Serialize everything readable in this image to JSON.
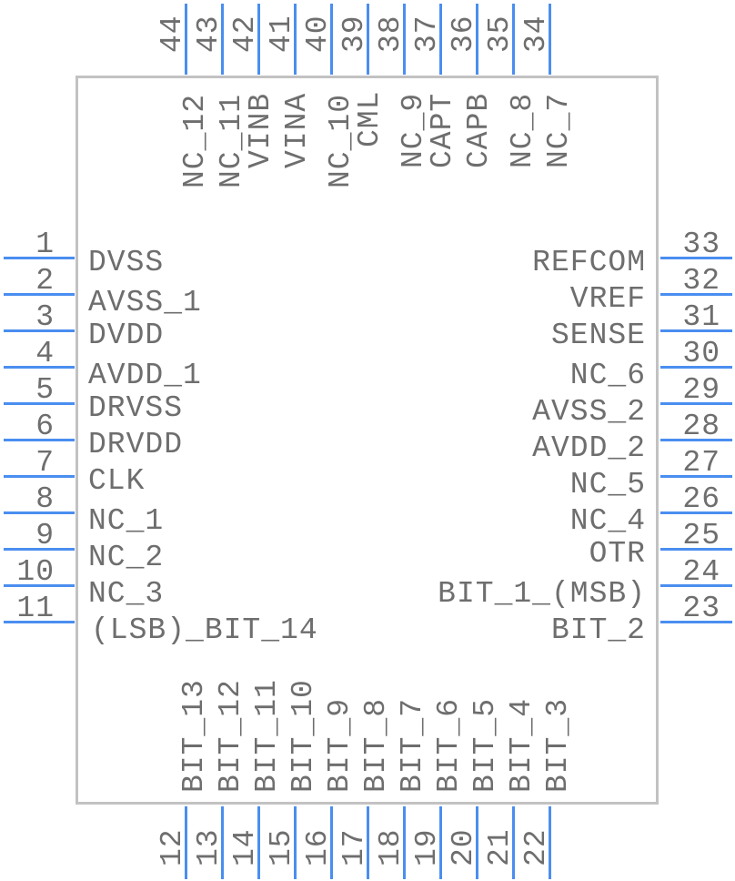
{
  "component": {
    "package": "44-pin",
    "colors": {
      "pin_line": "#4a8ef0",
      "body_outline": "#c2c2c2",
      "text": "#6e6e6e",
      "background": "#ffffff"
    }
  },
  "pins": {
    "left": [
      {
        "number": "1",
        "name": "DVSS"
      },
      {
        "number": "2",
        "name": "AVSS_1"
      },
      {
        "number": "3",
        "name": "DVDD"
      },
      {
        "number": "4",
        "name": "AVDD_1"
      },
      {
        "number": "5",
        "name": "DRVSS"
      },
      {
        "number": "6",
        "name": "DRVDD"
      },
      {
        "number": "7",
        "name": "CLK"
      },
      {
        "number": "8",
        "name": "NC_1"
      },
      {
        "number": "9",
        "name": "NC_2"
      },
      {
        "number": "10",
        "name": "NC_3"
      },
      {
        "number": "11",
        "name": "(LSB)_BIT_14"
      }
    ],
    "bottom": [
      {
        "number": "12",
        "name": "BIT_13"
      },
      {
        "number": "13",
        "name": "BIT_12"
      },
      {
        "number": "14",
        "name": "BIT_11"
      },
      {
        "number": "15",
        "name": "BIT_10"
      },
      {
        "number": "16",
        "name": "BIT_9"
      },
      {
        "number": "17",
        "name": "BIT_8"
      },
      {
        "number": "18",
        "name": "BIT_7"
      },
      {
        "number": "19",
        "name": "BIT_6"
      },
      {
        "number": "20",
        "name": "BIT_5"
      },
      {
        "number": "21",
        "name": "BIT_4"
      },
      {
        "number": "22",
        "name": "BIT_3"
      }
    ],
    "right": [
      {
        "number": "33",
        "name": "REFCOM"
      },
      {
        "number": "32",
        "name": "VREF"
      },
      {
        "number": "31",
        "name": "SENSE"
      },
      {
        "number": "30",
        "name": "NC_6"
      },
      {
        "number": "29",
        "name": "AVSS_2"
      },
      {
        "number": "28",
        "name": "AVDD_2"
      },
      {
        "number": "27",
        "name": "NC_5"
      },
      {
        "number": "26",
        "name": "NC_4"
      },
      {
        "number": "25",
        "name": "OTR"
      },
      {
        "number": "24",
        "name": "BIT_1_(MSB)"
      },
      {
        "number": "23",
        "name": "BIT_2"
      }
    ],
    "top": [
      {
        "number": "44",
        "name": "NC_12"
      },
      {
        "number": "43",
        "name": "NC_11"
      },
      {
        "number": "42",
        "name": "VINB"
      },
      {
        "number": "41",
        "name": "VINA"
      },
      {
        "number": "40",
        "name": "NC_10"
      },
      {
        "number": "39",
        "name": "CML"
      },
      {
        "number": "38",
        "name": "NC_9"
      },
      {
        "number": "37",
        "name": "CAPT"
      },
      {
        "number": "36",
        "name": "CAPB"
      },
      {
        "number": "35",
        "name": "NC_8"
      },
      {
        "number": "34",
        "name": "NC_7"
      }
    ]
  }
}
